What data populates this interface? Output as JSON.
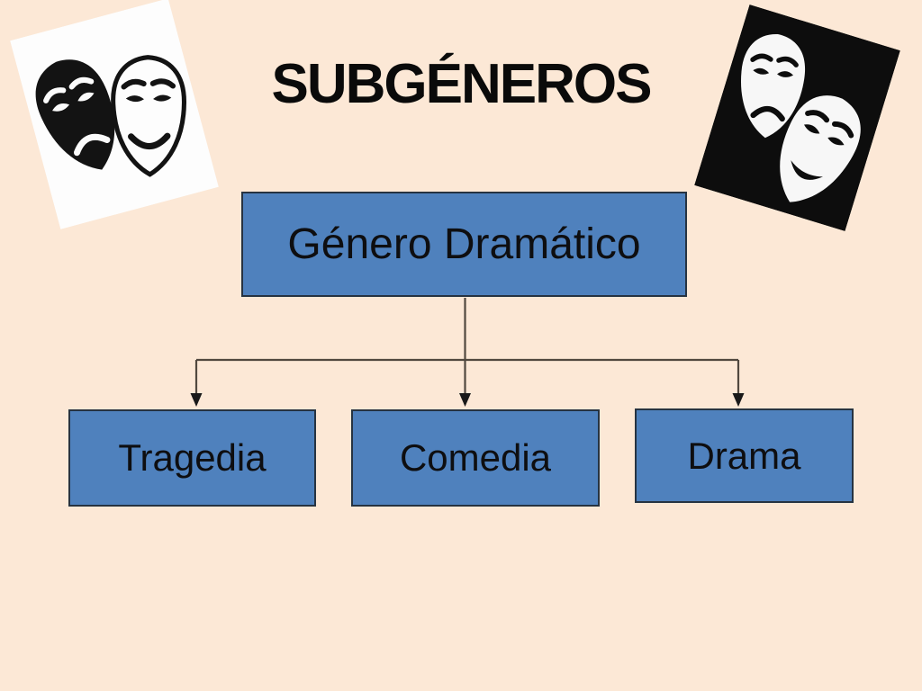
{
  "slide": {
    "title": "SUBGÉNEROS",
    "diagram": {
      "root": {
        "label": "Género Dramático"
      },
      "children": [
        {
          "label": "Tragedia"
        },
        {
          "label": "Comedia"
        },
        {
          "label": "Drama"
        }
      ]
    },
    "images": {
      "left": "comedy-tragedy-theater-masks-black-on-white",
      "right": "comedy-tragedy-theater-masks-white-on-black"
    },
    "colors": {
      "background": "#FCE8D6",
      "box_fill": "#4F81BD",
      "box_border": "#263341",
      "box_text": "#0E0E10",
      "title_text": "#0A0A0A",
      "connector_line": "#51483F",
      "connector_arrow": "#191919"
    }
  }
}
